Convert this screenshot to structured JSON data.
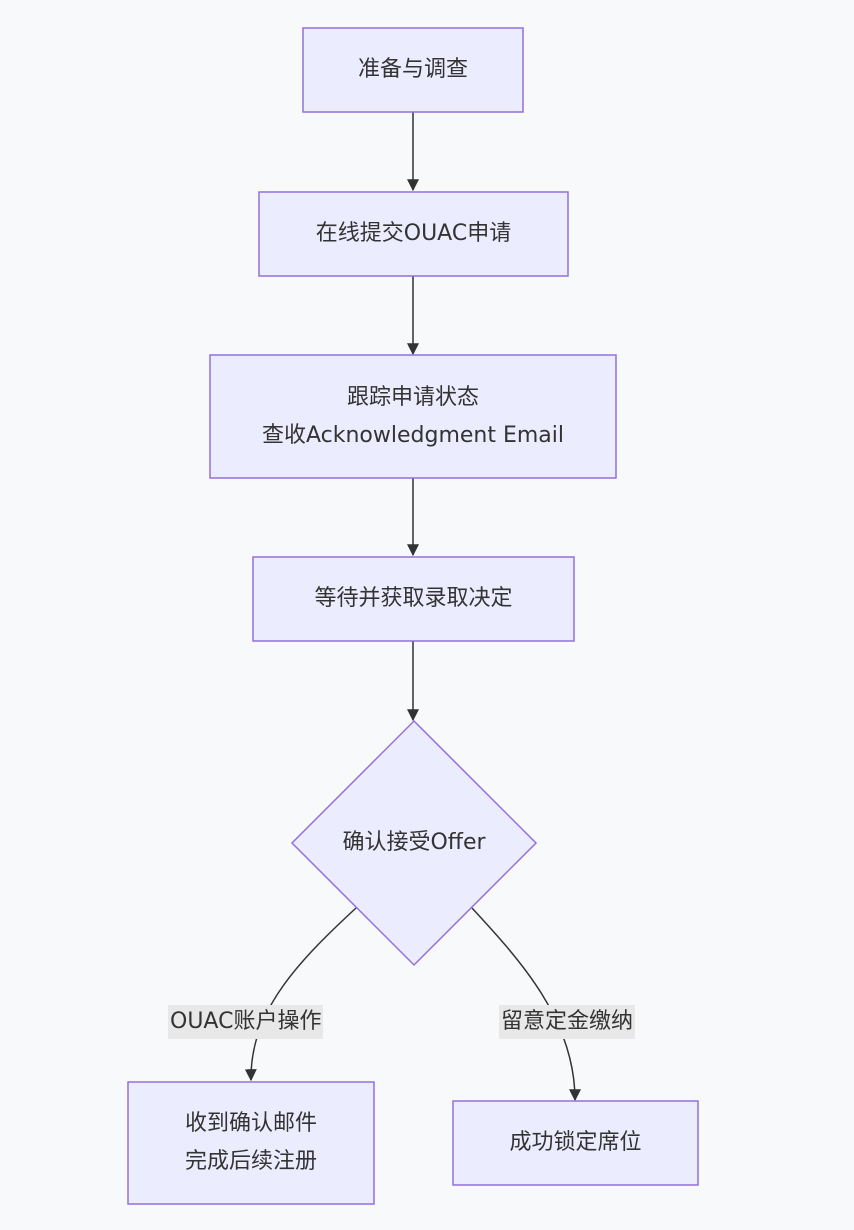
{
  "diagram": {
    "type": "flowchart",
    "direction": "top-down",
    "colors": {
      "node_fill": "#ececff",
      "node_stroke": "#9370db",
      "edge": "#333333",
      "edge_label_bg": "#e8e8e8",
      "background": "#f8f9fb"
    },
    "nodes": {
      "n1": {
        "lines": [
          "准备与调查"
        ]
      },
      "n2": {
        "lines": [
          "在线提交OUAC申请"
        ]
      },
      "n3": {
        "lines": [
          "跟踪申请状态",
          "查收Acknowledgment Email"
        ]
      },
      "n4": {
        "lines": [
          "等待并获取录取决定"
        ]
      },
      "n5": {
        "lines": [
          "确认接受Offer"
        ],
        "shape": "diamond"
      },
      "n6": {
        "lines": [
          "收到确认邮件",
          "完成后续注册"
        ]
      },
      "n7": {
        "lines": [
          "成功锁定席位"
        ]
      }
    },
    "edges": [
      {
        "from": "n1",
        "to": "n2",
        "label": ""
      },
      {
        "from": "n2",
        "to": "n3",
        "label": ""
      },
      {
        "from": "n3",
        "to": "n4",
        "label": ""
      },
      {
        "from": "n4",
        "to": "n5",
        "label": ""
      },
      {
        "from": "n5",
        "to": "n6",
        "label": "OUAC账户操作"
      },
      {
        "from": "n5",
        "to": "n7",
        "label": "留意定金缴纳"
      }
    ]
  }
}
